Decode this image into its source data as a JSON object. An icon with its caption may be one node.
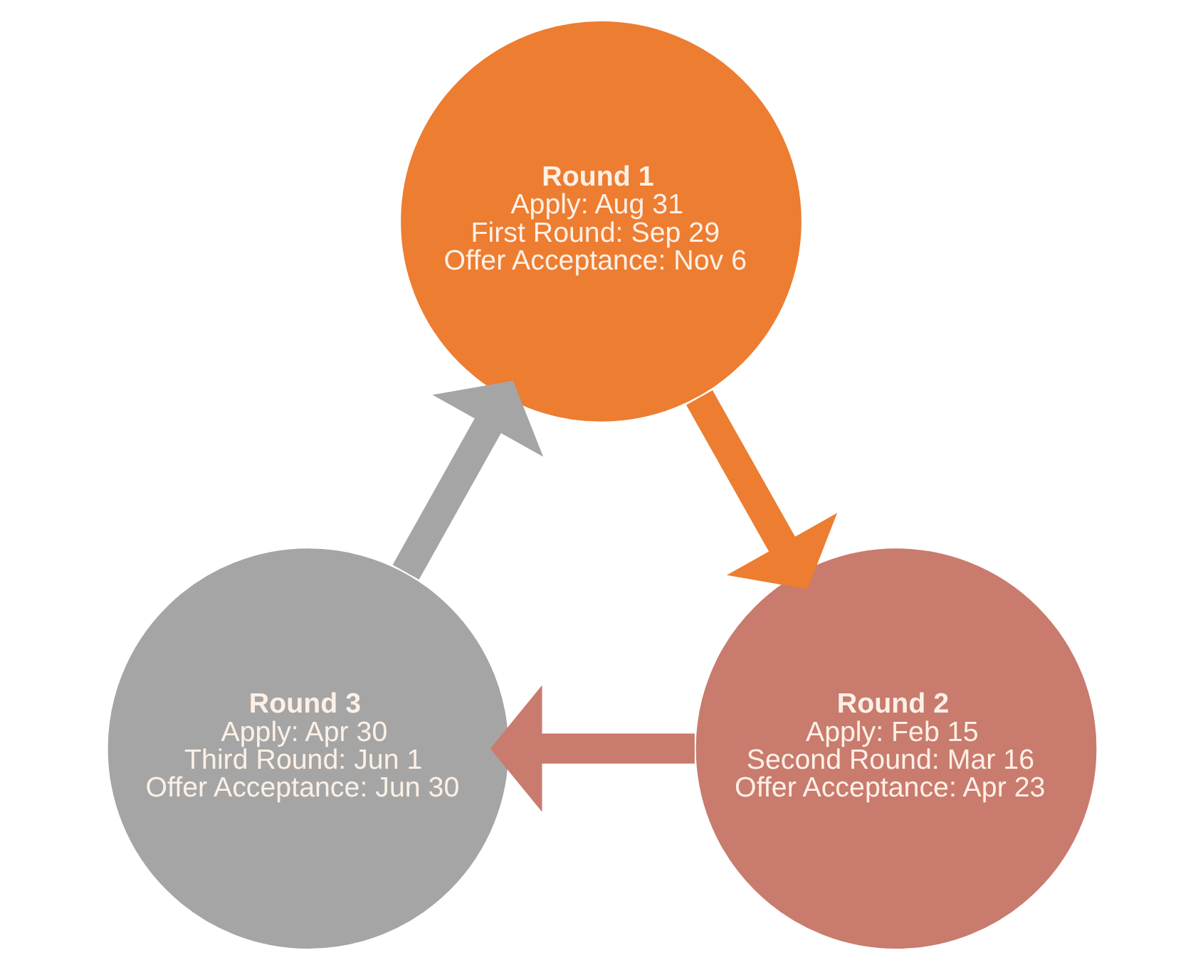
{
  "diagram": {
    "nodes": [
      {
        "text": [
          "Round 1",
          "Apply: Aug 31",
          "First Round: Sep 29",
          "Offer Acceptance: Nov 6"
        ]
      },
      {
        "text": [
          "Round 3",
          "Apply: Apr 30",
          "Third Round: Jun 1",
          "Offer Acceptance: Jun 30"
        ]
      },
      {
        "text": [
          "Round 2",
          "Apply: Feb 15",
          "Second Round: Mar 16",
          "Offer Acceptance: Apr 23"
        ]
      }
    ],
    "edges": [
      {
        "from": 0,
        "to": 2,
        "arrow": "to",
        "color": "#ed7d31"
      },
      {
        "from": 2,
        "to": 1,
        "arrow": "to",
        "color": "#c97b6e"
      },
      {
        "from": 1,
        "to": 0,
        "arrow": "to",
        "color": "#a5a5a5"
      }
    ]
  }
}
